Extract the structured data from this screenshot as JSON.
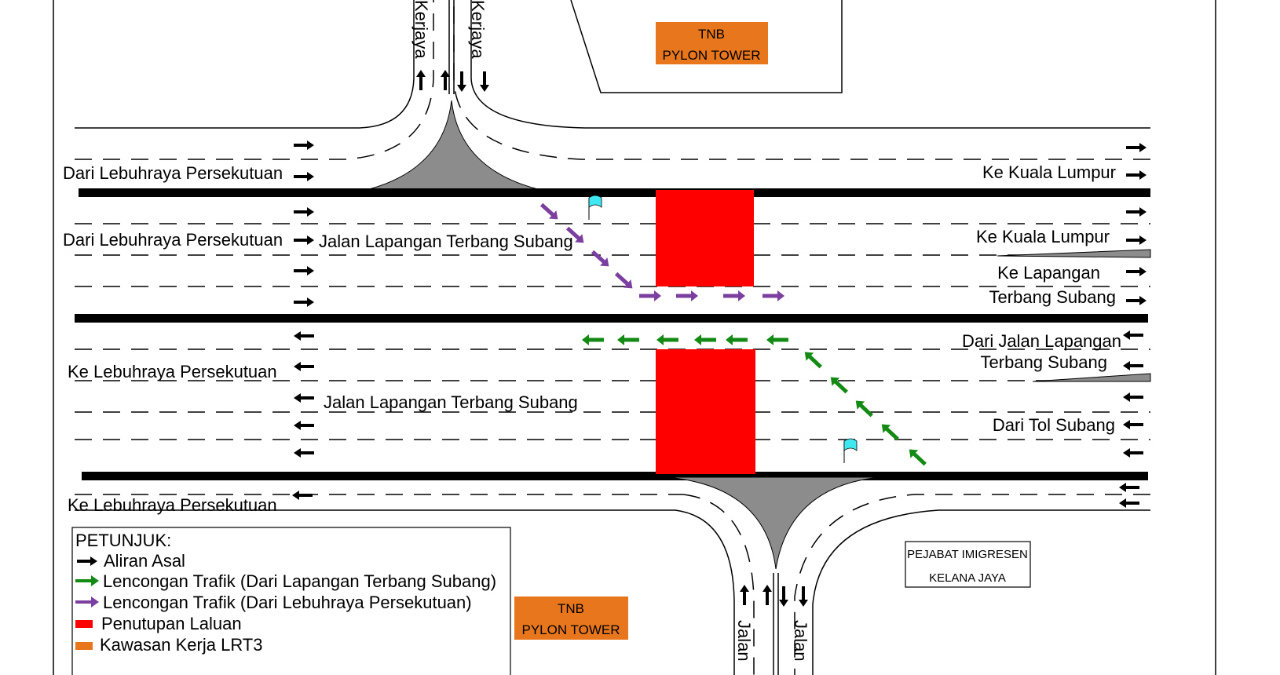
{
  "colors": {
    "closure": "#FF0000",
    "lrt3": "#E8761C",
    "detour_green": "#138A13",
    "detour_purple": "#7B3FA0",
    "flag": "#3FE8F0",
    "island": "#8C8C8C"
  },
  "roads": {
    "top_left_1": "Kerjaya",
    "top_left_2": "Kerjaya",
    "bottom_1": "Jalan",
    "bottom_2": "Jalan",
    "west_in_1": "Dari Lebuhraya Persekutuan",
    "west_in_2": "Dari Lebuhraya Persekutuan",
    "main_east": "Jalan Lapangan Terbang Subang",
    "east_out_1": "Ke Kuala Lumpur",
    "east_out_2": "Ke Kuala Lumpur",
    "east_out_3a": "Ke Lapangan",
    "east_out_3b": "Terbang Subang",
    "west_out_1": "Ke Lebuhraya Persekutuan",
    "main_west": "Jalan Lapangan Terbang Subang",
    "east_in_1a": "Dari Jalan Lapangan",
    "east_in_1b": "Terbang Subang",
    "east_in_2": "Dari Tol Subang",
    "west_out_2": "Ke Lebuhraya Persekutuan"
  },
  "landmarks": {
    "tnb_top": [
      "TNB",
      "PYLON TOWER"
    ],
    "tnb_bottom": [
      "TNB",
      "PYLON TOWER"
    ],
    "imigresen": [
      "PEJABAT IMIGRESEN",
      "KELANA JAYA"
    ]
  },
  "legend": {
    "title": "PETUNJUK:",
    "items": [
      {
        "label": "Aliran Asal",
        "icon": "black-arrow-icon"
      },
      {
        "label": "Lencongan Trafik (Dari Lapangan Terbang Subang)",
        "icon": "green-arrow-icon"
      },
      {
        "label": "Lencongan Trafik (Dari Lebuhraya Persekutuan)",
        "icon": "purple-arrow-icon"
      },
      {
        "label": "Penutupan Laluan",
        "icon": "red-square-icon"
      },
      {
        "label": "Kawasan Kerja LRT3",
        "icon": "orange-square-icon"
      }
    ]
  }
}
